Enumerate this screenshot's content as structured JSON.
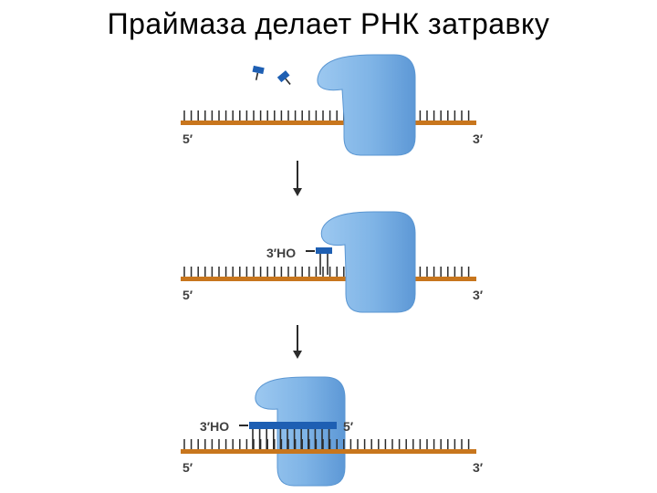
{
  "title": "Праймаза делает РНК затравку",
  "colors": {
    "template_strand": "#c8761d",
    "enzyme": "#7fb6e8",
    "enzyme_edge": "#5a96d2",
    "rna": "#1e5fb3",
    "tick": "#2b2b2b",
    "text": "#404040"
  },
  "panels": [
    {
      "name": "free-nucleotides",
      "left_end": "5′",
      "right_end": "3′",
      "primer_left_label": "",
      "primer_right_label": ""
    },
    {
      "name": "first-nucleotides-joined",
      "left_end": "5′",
      "right_end": "3′",
      "primer_left_label": "3′HO",
      "primer_right_label": ""
    },
    {
      "name": "primer-extended",
      "left_end": "5′",
      "right_end": "3′",
      "primer_left_label": "3′HO",
      "primer_right_label": "5′"
    }
  ],
  "icons": {
    "arrow": "down-arrow-icon",
    "enzyme": "primase-enzyme-icon",
    "nucleotide": "nucleotide-icon"
  }
}
